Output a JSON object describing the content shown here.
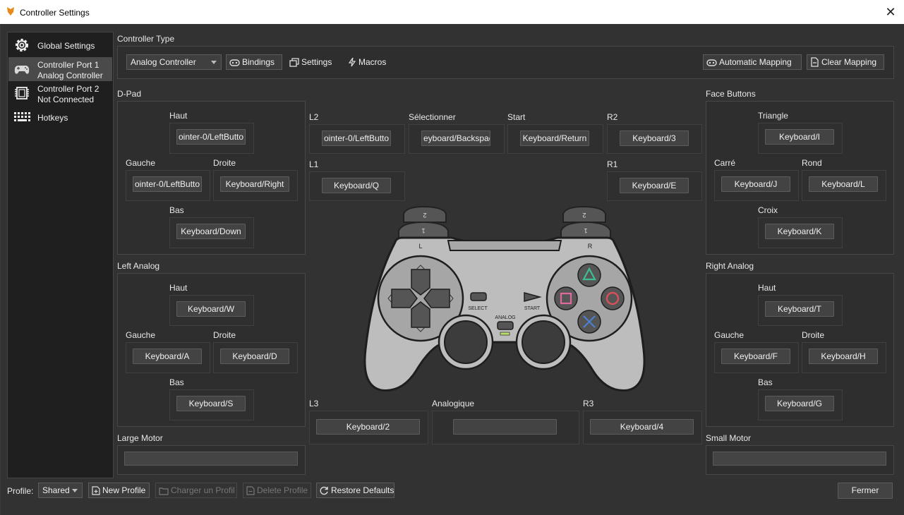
{
  "window": {
    "title": "Controller Settings"
  },
  "sidebar": {
    "global": "Global Settings",
    "port1_line1": "Controller Port 1",
    "port1_line2": "Analog Controller",
    "port2_line1": "Controller Port 2",
    "port2_line2": "Not Connected",
    "hotkeys": "Hotkeys"
  },
  "controller_type": {
    "label": "Controller Type",
    "selected": "Analog Controller",
    "bindings": "Bindings",
    "settings": "Settings",
    "macros": "Macros",
    "auto_mapping": "Automatic Mapping",
    "clear_mapping": "Clear Mapping"
  },
  "dpad": {
    "label": "D-Pad",
    "up_label": "Haut",
    "up": "ointer-0/LeftButto",
    "left_label": "Gauche",
    "left": "ointer-0/LeftButto",
    "right_label": "Droite",
    "right": "Keyboard/Right",
    "down_label": "Bas",
    "down": "Keyboard/Down"
  },
  "left_analog": {
    "label": "Left Analog",
    "up_label": "Haut",
    "up": "Keyboard/W",
    "left_label": "Gauche",
    "left": "Keyboard/A",
    "right_label": "Droite",
    "right": "Keyboard/D",
    "down_label": "Bas",
    "down": "Keyboard/S"
  },
  "large_motor": {
    "label": "Large Motor"
  },
  "small_motor": {
    "label": "Small Motor"
  },
  "center": {
    "l2_label": "L2",
    "l2": "ointer-0/LeftButto",
    "select_label": "Sélectionner",
    "select": "eyboard/Backspac",
    "start_label": "Start",
    "start": "Keyboard/Return",
    "r2_label": "R2",
    "r2": "Keyboard/3",
    "l1_label": "L1",
    "l1": "Keyboard/Q",
    "r1_label": "R1",
    "r1": "Keyboard/E",
    "l3_label": "L3",
    "l3": "Keyboard/2",
    "analog_label": "Analogique",
    "analog": "",
    "r3_label": "R3",
    "r3": "Keyboard/4"
  },
  "gamepad": {
    "select_text": "SELECT",
    "start_text": "START",
    "analog_text": "ANALOG",
    "l_text": "L",
    "r_text": "R",
    "one": "1",
    "two": "2"
  },
  "face": {
    "label": "Face Buttons",
    "triangle_label": "Triangle",
    "triangle": "Keyboard/I",
    "square_label": "Carré",
    "square": "Keyboard/J",
    "circle_label": "Rond",
    "circle": "Keyboard/L",
    "cross_label": "Croix",
    "cross": "Keyboard/K"
  },
  "right_analog": {
    "label": "Right Analog",
    "up_label": "Haut",
    "up": "Keyboard/T",
    "left_label": "Gauche",
    "left": "Keyboard/F",
    "right_label": "Droite",
    "right": "Keyboard/H",
    "down_label": "Bas",
    "down": "Keyboard/G"
  },
  "footer": {
    "profile_label": "Profile:",
    "profile_value": "Shared",
    "new_profile": "New Profile",
    "load_profile": "Charger un Profil",
    "delete_profile": "Delete Profile",
    "restore_defaults": "Restore Defaults",
    "close": "Fermer"
  },
  "colors": {
    "triangle": "#3fbf8f",
    "circle": "#e24f5a",
    "cross": "#4d7fd1",
    "square": "#e06aa0",
    "accent": "#e88a1a"
  }
}
